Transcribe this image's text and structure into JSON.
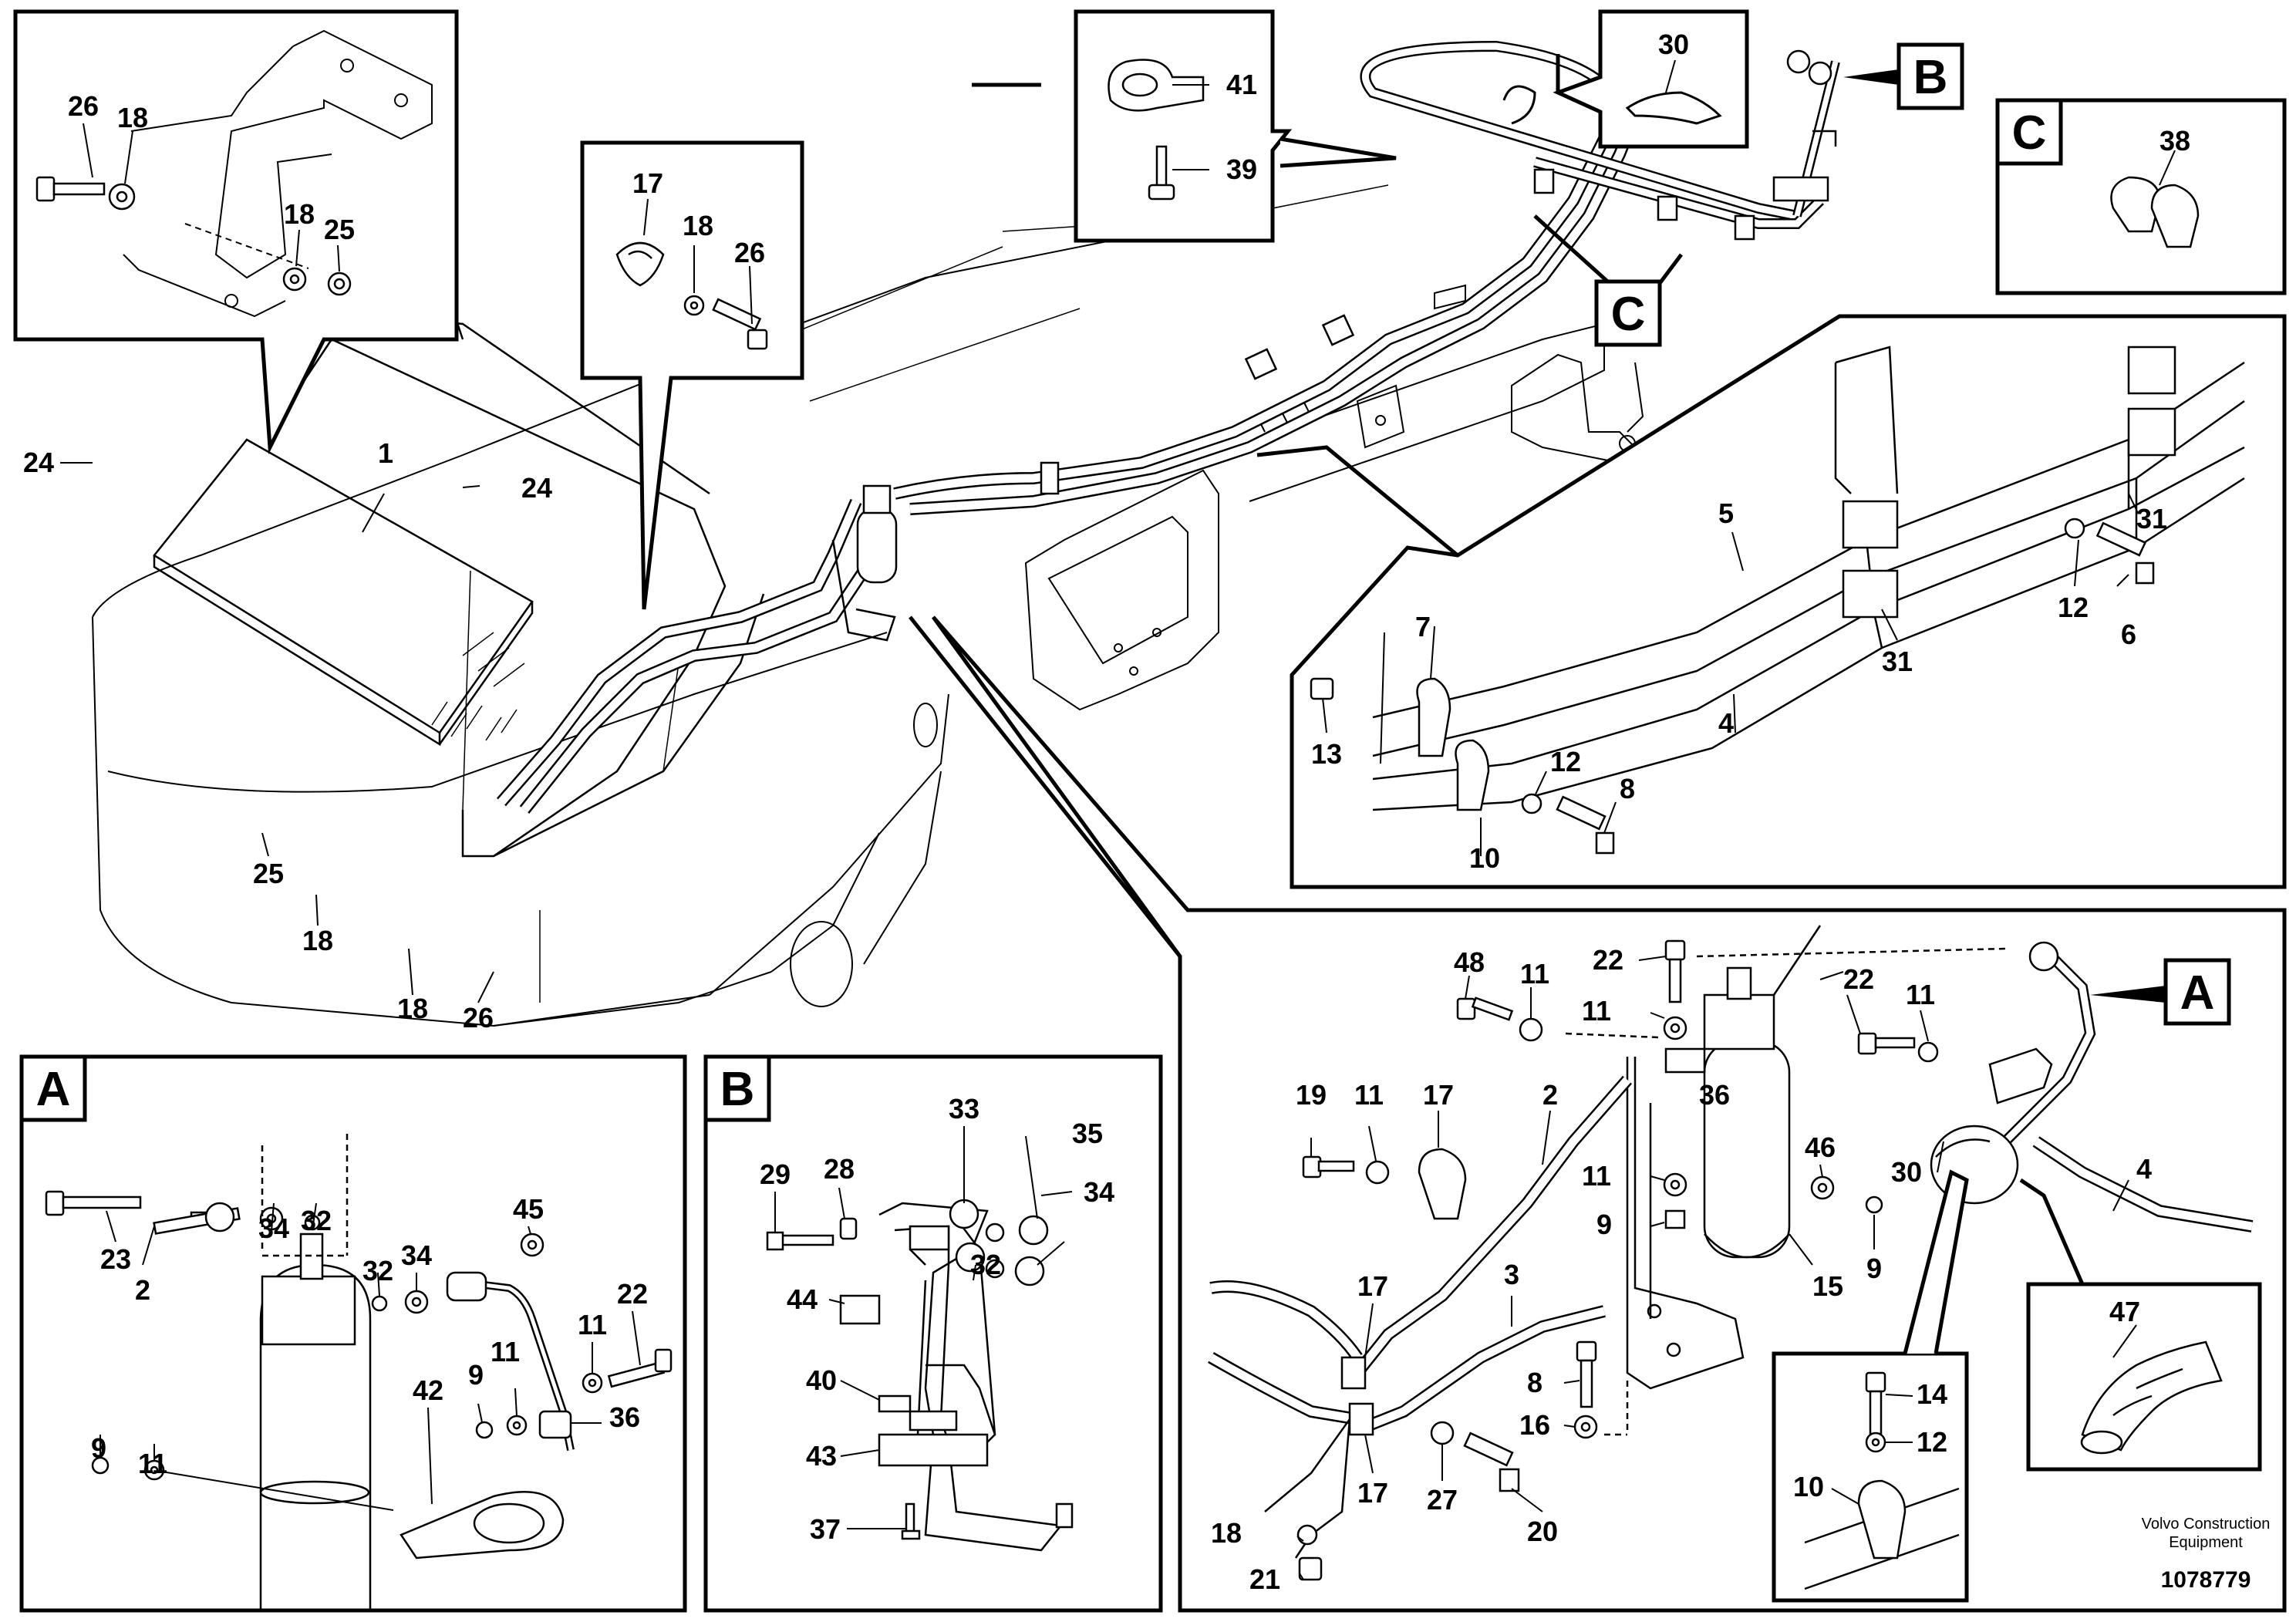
{
  "diagram": {
    "section_letters": {
      "a": "A",
      "b": "B",
      "c": "C"
    },
    "parts": {
      "p1": "1",
      "p2": "2",
      "p3": "3",
      "p4": "4",
      "p5": "5",
      "p6": "6",
      "p7": "7",
      "p8": "8",
      "p9": "9",
      "p10": "10",
      "p11": "11",
      "p12": "12",
      "p13": "13",
      "p14": "14",
      "p15": "15",
      "p16": "16",
      "p17": "17",
      "p18": "18",
      "p19": "19",
      "p20": "20",
      "p21": "21",
      "p22": "22",
      "p23": "23",
      "p24": "24",
      "p25": "25",
      "p26": "26",
      "p27": "27",
      "p28": "28",
      "p29": "29",
      "p30": "30",
      "p31": "31",
      "p32": "32",
      "p33": "33",
      "p34": "34",
      "p35": "35",
      "p36": "36",
      "p37": "37",
      "p38": "38",
      "p39": "39",
      "p40": "40",
      "p41": "41",
      "p42": "42",
      "p43": "43",
      "p44": "44",
      "p45": "45",
      "p46": "46",
      "p47": "47",
      "p48": "48"
    },
    "footer": {
      "brand_line1": "Volvo Construction",
      "brand_line2": "Equipment",
      "drawing_number": "1078779"
    }
  }
}
